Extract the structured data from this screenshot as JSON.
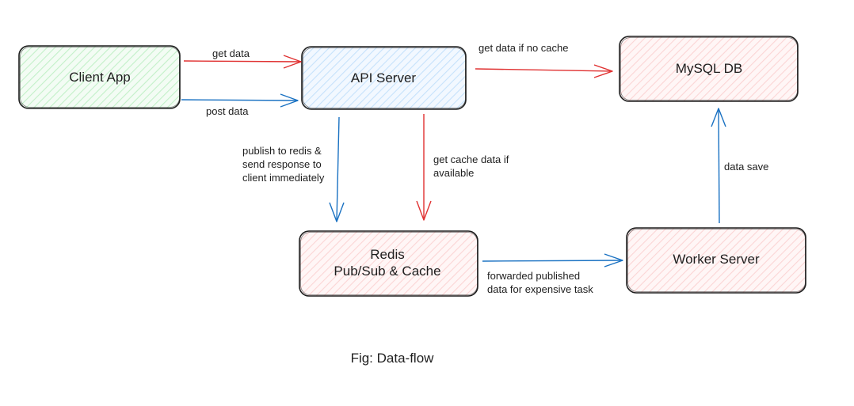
{
  "colors": {
    "client_fill": "#d3f9d8",
    "api_fill": "#d0ebff",
    "store_fill": "#ffe3e3",
    "stroke": "#1e1e1e",
    "arrow_red": "#e03131",
    "arrow_blue": "#1971c2",
    "text": "#1e1e1e"
  },
  "nodes": {
    "client_app": {
      "label": "Client App"
    },
    "api_server": {
      "label": "API Server"
    },
    "mysql_db": {
      "label": "MySQL DB"
    },
    "redis": {
      "label_line1": "Redis",
      "label_line2": "Pub/Sub & Cache"
    },
    "worker_server": {
      "label": "Worker Server"
    }
  },
  "edges": {
    "get_data": {
      "label": "get data",
      "color": "red"
    },
    "post_data": {
      "label": "post data",
      "color": "blue"
    },
    "get_data_if_no_cache": {
      "label": "get data if no cache",
      "color": "red"
    },
    "publish_to_redis": {
      "label_lines": [
        "publish to redis &",
        "send response to",
        "client immediately"
      ],
      "color": "blue"
    },
    "get_cache_data": {
      "label_lines": [
        "get cache data if",
        "available"
      ],
      "color": "red"
    },
    "forwarded": {
      "label_lines": [
        "forwarded published",
        "data for expensive task"
      ],
      "color": "blue"
    },
    "data_save": {
      "label": "data save",
      "color": "blue"
    }
  },
  "caption": "Fig: Data-flow"
}
